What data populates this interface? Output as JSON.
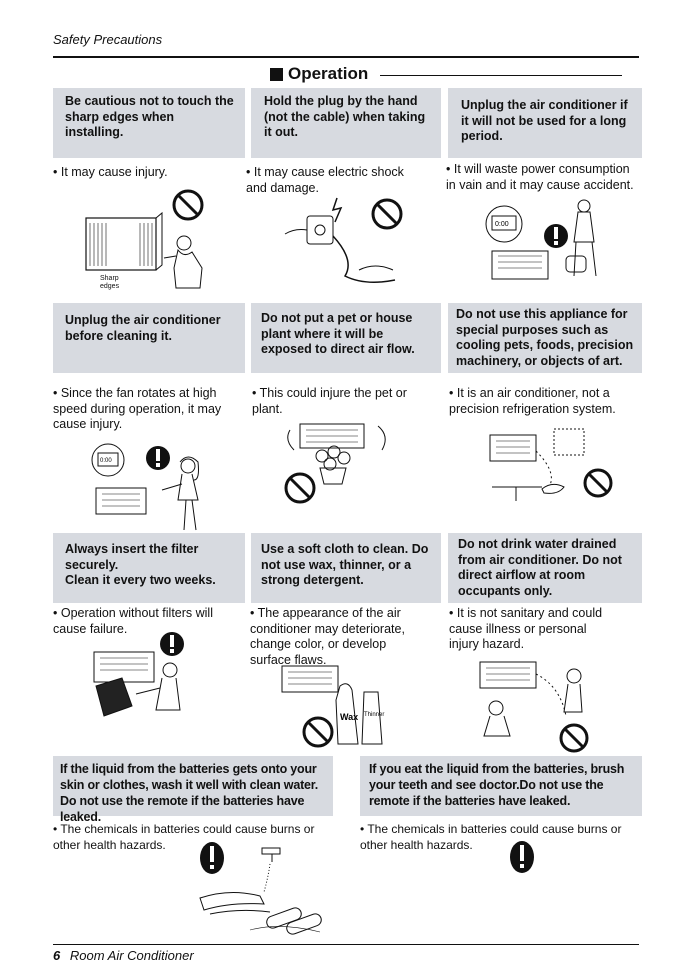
{
  "header": {
    "title": "Safety Precautions"
  },
  "section": {
    "title": "Operation"
  },
  "cautions": [
    {
      "heading": "Be cautious not to touch the sharp edges when installing.",
      "detail": "• It may cause injury."
    },
    {
      "heading": "Hold the plug by the hand (not the cable) when taking it out.",
      "detail": "• It may cause electric shock\nand damage."
    },
    {
      "heading": "Unplug the air conditioner if it will not be used for a long period.",
      "detail": "• It will waste power consumption\nin vain and it may cause accident."
    },
    {
      "heading": "Unplug the air conditioner before cleaning it.",
      "detail": "• Since the fan rotates at high\nspeed during operation, it may\ncause injury."
    },
    {
      "heading": "Do not put a pet or house plant where it will be exposed to direct air flow.",
      "detail": "• This could injure the pet or\nplant."
    },
    {
      "heading": "Do not use this appliance for special purposes such as cooling pets, foods, precision machinery, or objects of art.",
      "detail": "• It is an air conditioner, not a\nprecision refrigeration system."
    },
    {
      "heading": "Always insert the filter securely.\nClean it every two weeks.",
      "detail": "• Operation without filters will\ncause failure."
    },
    {
      "heading": "Use a soft cloth to clean. Do not use wax, thinner, or a strong detergent.",
      "detail": "• The appearance of the air\nconditioner may deteriorate,\nchange color, or develop\nsurface flaws."
    },
    {
      "heading": "Do not drink water drained from air conditioner. Do not direct airflow at room occupants only.",
      "detail": "• It is not sanitary and could\ncause illness or personal\ninjury hazard."
    },
    {
      "heading": "If the liquid from the batteries gets onto your skin or clothes, wash it well with clean water. Do not use the remote if the batteries have leaked.",
      "detail": "• The chemicals in batteries could cause burns or\nother health hazards."
    },
    {
      "heading": "If you eat the liquid from the batteries, brush your teeth and see doctor.Do not use the remote if the batteries have leaked.",
      "detail": "• The chemicals in batteries could cause burns or\nother health hazards."
    }
  ],
  "illustration_labels": {
    "sharp_edges": "Sharp\nedges",
    "wax": "Wax",
    "thinner": "Thinner",
    "dial": "0:00"
  },
  "footer": {
    "page": "6",
    "title": "Room Air Conditioner"
  }
}
